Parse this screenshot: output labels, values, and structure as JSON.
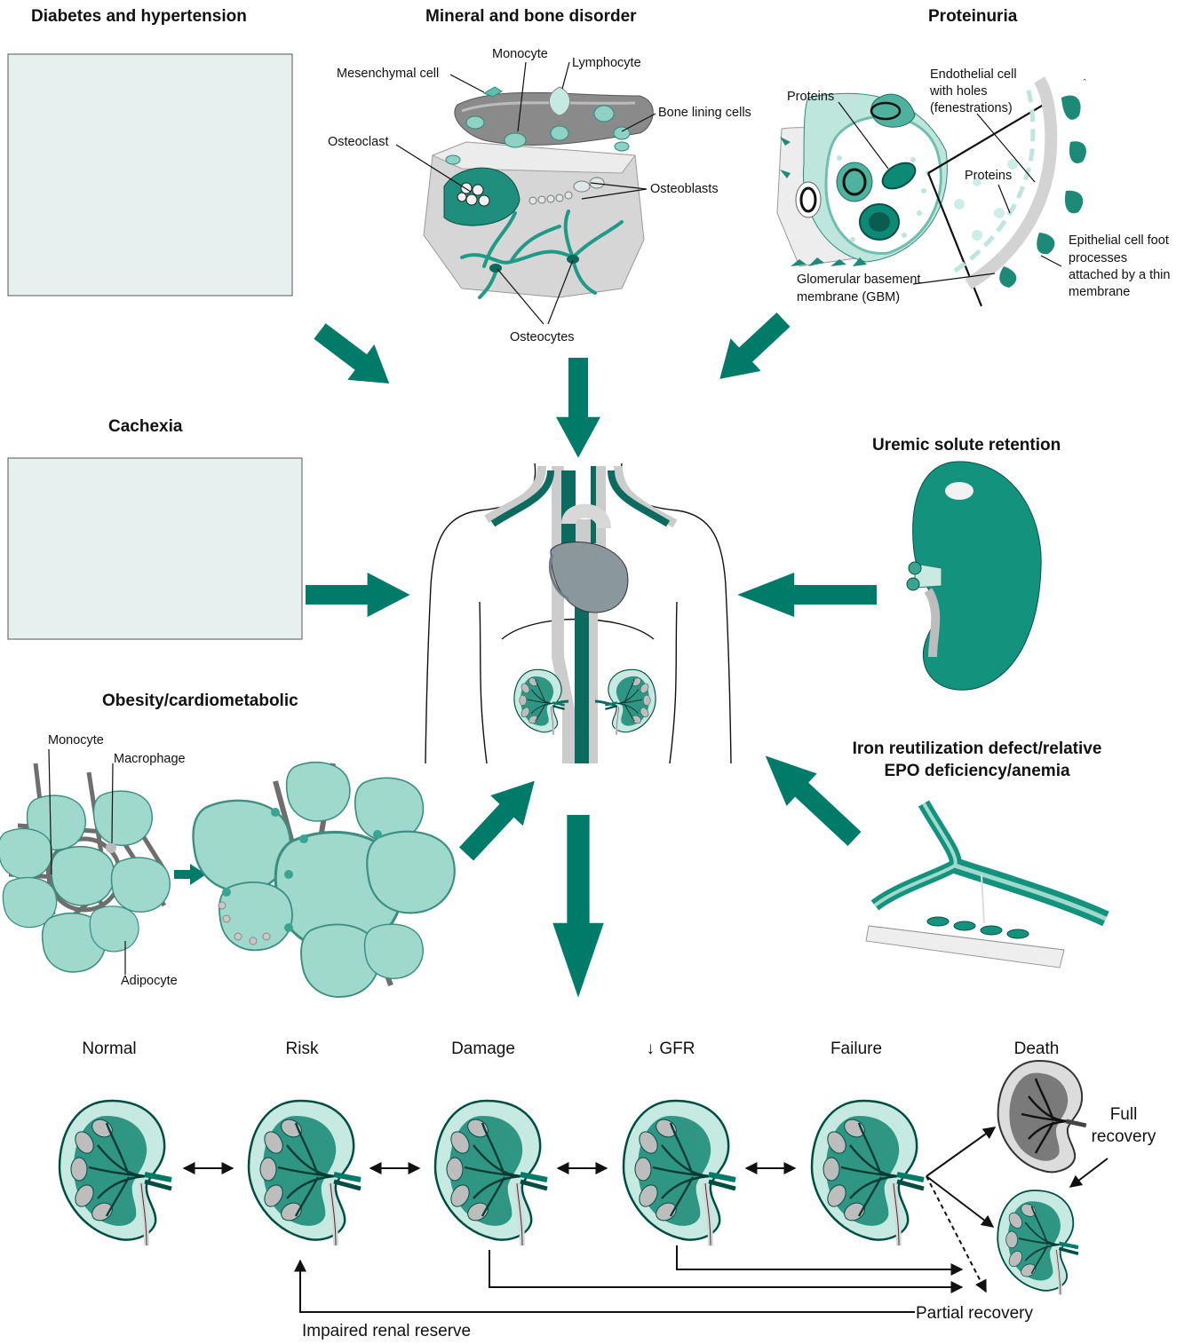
{
  "colors": {
    "teal": "#007b6a",
    "teal_mid": "#3aa493",
    "teal_light": "#8fd1c2",
    "teal_pale": "#c6e9e1",
    "gray": "#8c8c8c",
    "gray_light": "#d0d0d0",
    "placeholder_fill": "#e6f0ee"
  },
  "headings": {
    "diabetes": "Diabetes and hypertension",
    "mineral": "Mineral and bone disorder",
    "proteinuria": "Proteinuria",
    "cachexia": "Cachexia",
    "uremic": "Uremic solute retention",
    "obesity": "Obesity/cardiometabolic",
    "iron_line1": "Iron reutilization defect/relative",
    "iron_line2": "EPO deficiency/anemia"
  },
  "bone_labels": {
    "monocyte": "Monocyte",
    "lymphocyte": "Lymphocyte",
    "mesenchymal": "Mesenchymal cell",
    "bone_lining": "Bone lining cells",
    "osteoclast": "Osteoclast",
    "osteoblasts": "Osteoblasts",
    "osteocytes": "Osteocytes"
  },
  "protein_labels": {
    "proteins1": "Proteins",
    "endothelial_l1": "Endothelial cell",
    "endothelial_l2": "with holes",
    "endothelial_l3": "(fenestrations)",
    "proteins2": "Proteins",
    "epithelial_l1": "Epithelial cell foot",
    "epithelial_l2": "processes",
    "epithelial_l3": "attached by a thin",
    "epithelial_l4": "membrane",
    "gbm_l1": "Glomerular basement",
    "gbm_l2": "membrane (GBM)"
  },
  "obesity_labels": {
    "monocyte": "Monocyte",
    "macrophage": "Macrophage",
    "adipocyte": "Adipocyte"
  },
  "stages": [
    "Normal",
    "Risk",
    "Damage",
    "↓ GFR",
    "Failure",
    "Death"
  ],
  "outcomes": {
    "full_l1": "Full",
    "full_l2": "recovery",
    "partial": "Partial recovery",
    "impaired": "Impaired renal reserve"
  }
}
